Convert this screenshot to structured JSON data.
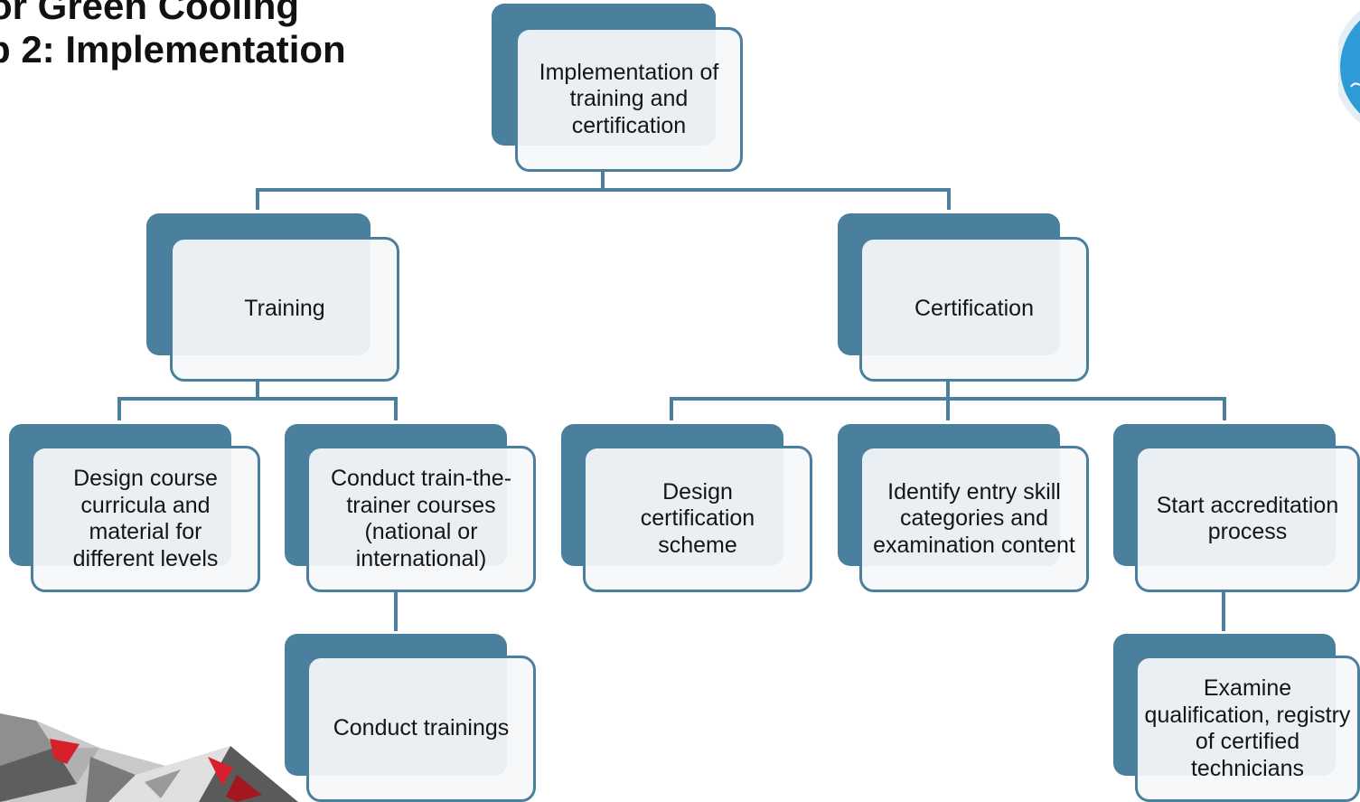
{
  "slide": {
    "title_line1": "or Green Cooling",
    "title_line2": "p 2: Implementation"
  },
  "diagram": {
    "root": {
      "label": "Implementation of training and certification"
    },
    "training": {
      "label": "Training",
      "children": [
        {
          "label": "Design course curricula and material for different levels"
        },
        {
          "label": "Conduct train-the-trainer courses (national or international)"
        },
        {
          "label": "Conduct trainings"
        }
      ]
    },
    "certification": {
      "label": "Certification",
      "children": [
        {
          "label": "Design certification scheme"
        },
        {
          "label": "Identify entry skill categories and examination content"
        },
        {
          "label": "Start accreditation process"
        },
        {
          "label": "Examine qualification, registry of certified technicians"
        }
      ]
    }
  },
  "colors": {
    "accent": "#4a7f9e",
    "node_fill": "#f6f8fa",
    "badge": "#2e9bd6",
    "deco_red": "#d6202b"
  }
}
